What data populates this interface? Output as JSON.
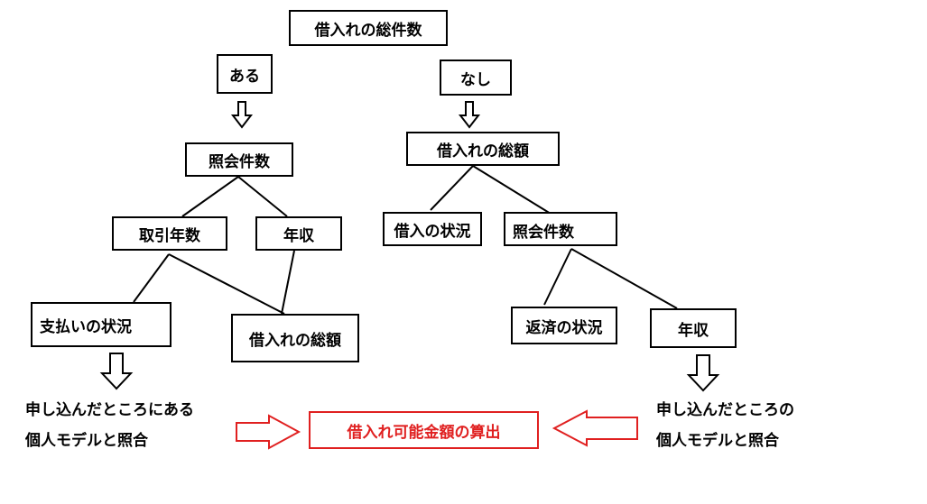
{
  "colors": {
    "line": "#000000",
    "accent": "#e02020",
    "background": "#ffffff"
  },
  "nodes": {
    "root": "借入れの総件数",
    "yes": "ある",
    "no": "なし",
    "left_inquiries": "照会件数",
    "right_total": "借入れの総額",
    "trade_years": "取引年数",
    "left_income": "年収",
    "borrow_status": "借入の状況",
    "right_inquiries": "照会件数",
    "payment_status": "支払いの状況",
    "left_total": "借入れの総額",
    "repay_status": "返済の状況",
    "right_income": "年収",
    "result": "借入れ可能金額の算出"
  },
  "notes": {
    "left": [
      "申し込んだところにある",
      "個人モデルと照合"
    ],
    "right": [
      "申し込んだところの",
      "個人モデルと照合"
    ]
  }
}
